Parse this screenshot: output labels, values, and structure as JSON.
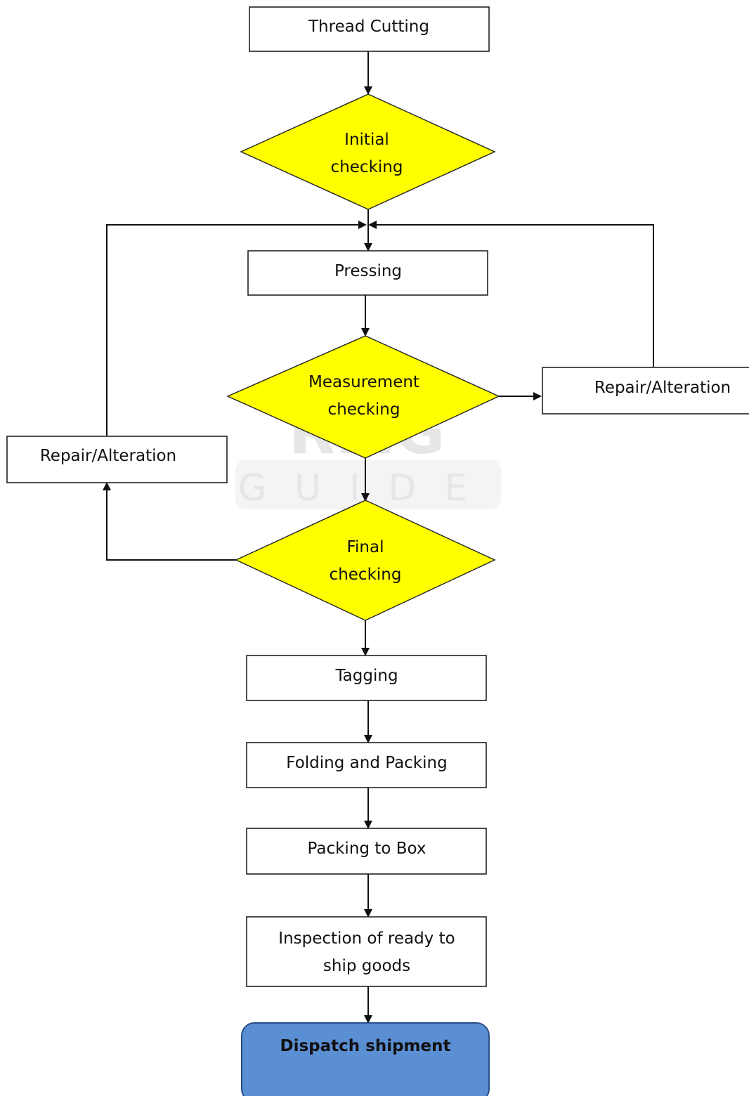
{
  "watermark": {
    "line1": "RMG",
    "line2": "GUIDE"
  },
  "nodes": {
    "thread_cutting": "Thread Cutting",
    "initial_checking": [
      "Initial",
      "checking"
    ],
    "pressing": "Pressing",
    "measurement_checking": [
      "Measurement",
      "checking"
    ],
    "repair_right": "Repair/Alteration",
    "repair_left": "Repair/Alteration",
    "final_checking": [
      "Final",
      "checking"
    ],
    "tagging": "Tagging",
    "folding_packing": "Folding and Packing",
    "packing_box": "Packing to Box",
    "inspection": [
      "Inspection of ready to",
      "ship goods"
    ],
    "dispatch": "Dispatch shipment"
  },
  "colors": {
    "decision": "#ffff00",
    "terminal": "#5b8fd4",
    "stroke": "#222222"
  }
}
